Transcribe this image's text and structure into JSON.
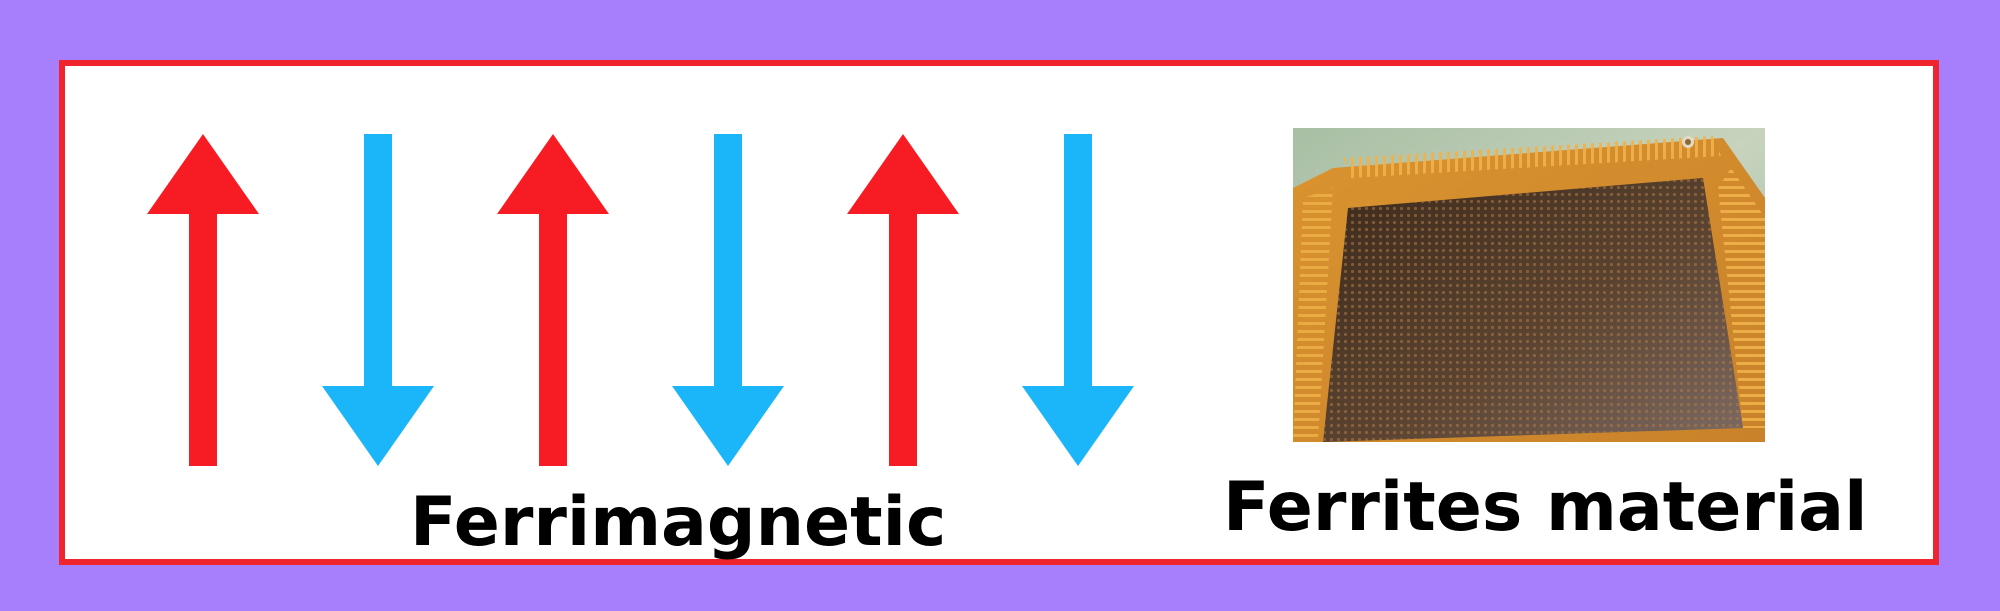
{
  "diagram": {
    "arrows": [
      {
        "direction": "up",
        "color": "#f71c23"
      },
      {
        "direction": "down",
        "color": "#1bb5fa"
      },
      {
        "direction": "up",
        "color": "#f71c23"
      },
      {
        "direction": "down",
        "color": "#1bb5fa"
      },
      {
        "direction": "up",
        "color": "#f71c23"
      },
      {
        "direction": "down",
        "color": "#1bb5fa"
      }
    ],
    "left_caption": "Ferrimagnetic",
    "right_caption": "Ferrites material"
  },
  "colors": {
    "background": "#a77ffc",
    "frame_border": "#f0242c",
    "frame_fill": "#ffffff"
  }
}
